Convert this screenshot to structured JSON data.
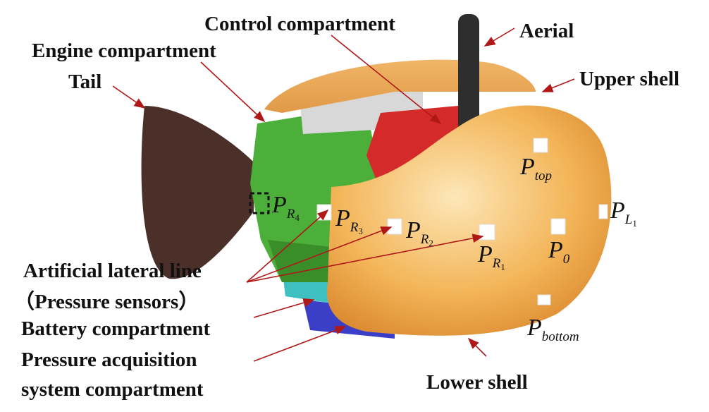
{
  "labels": {
    "control": "Control compartment",
    "aerial": "Aerial",
    "engine": "Engine compartment",
    "tail": "Tail",
    "upper_shell": "Upper shell",
    "lateral_line_1": "Artificial lateral line",
    "lateral_line_2": "（Pressure sensors）",
    "battery": "Battery compartment",
    "pressure_acq_1": "Pressure acquisition",
    "pressure_acq_2": "system compartment",
    "lower_shell": "Lower shell"
  },
  "sensors": {
    "top": {
      "base": "P",
      "sub": "top"
    },
    "l1": {
      "base": "P",
      "sub": "L",
      "subsub": "1"
    },
    "r4": {
      "base": "P",
      "sub": "R",
      "subsub": "4"
    },
    "r3": {
      "base": "P",
      "sub": "R",
      "subsub": "3"
    },
    "r2": {
      "base": "P",
      "sub": "R",
      "subsub": "2"
    },
    "r1": {
      "base": "P",
      "sub": "R",
      "subsub": "1"
    },
    "p0": {
      "base": "P",
      "sub": "0"
    },
    "bottom": {
      "base": "P",
      "sub": "bottom"
    }
  },
  "colors": {
    "shell": "#f0a84a",
    "engine": "#4caf3a",
    "control": "#d42a2a",
    "tail": "#4a3028",
    "arrow": "#b01818",
    "battery": "#3b3fc8"
  }
}
